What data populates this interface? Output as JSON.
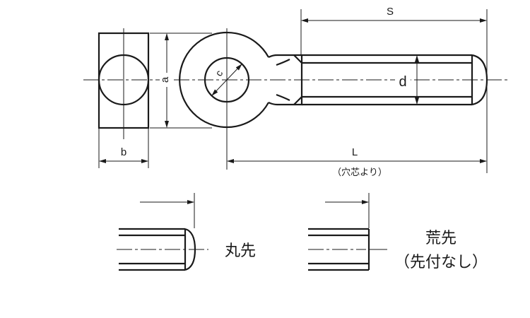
{
  "diagram": {
    "title": "Eye bolt dimension drawing",
    "dimensions": {
      "a": "a",
      "b": "b",
      "c": "c",
      "d": "d",
      "S": "S",
      "L": "L",
      "L_note": "（穴芯より）"
    },
    "tips": {
      "round": {
        "label": "丸先"
      },
      "flat": {
        "label_line1": "荒先",
        "label_line2": "（先付なし）"
      }
    },
    "colors": {
      "line": "#1a1a1a",
      "background": "#ffffff"
    }
  }
}
